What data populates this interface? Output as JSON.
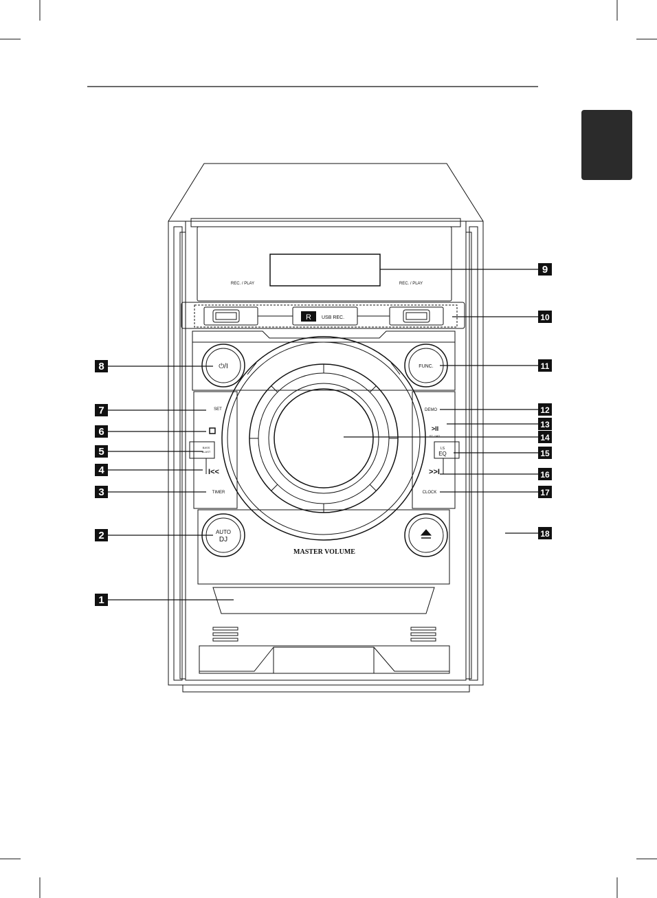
{
  "device": {
    "rec_play_left": "REC. / PLAY",
    "rec_play_right": "REC. / PLAY",
    "usb_rec_label": "USB REC.",
    "r_label": "R",
    "power_button": "⏻/I",
    "func_button": "FUNC.",
    "set_button": "SET",
    "demo_button": "DEMO",
    "stop_button": "▢",
    "play_pause_button": ">II",
    "st_mo_label": "ST. / MO.",
    "bass_blast_button_line1": "BASS",
    "bass_blast_button_line2": "BLAST",
    "ls_eq_top": "LS",
    "ls_eq_bottom": "EQ",
    "skip_back_button": "I<<",
    "skip_forward_button": ">>I",
    "timer_button": "TIMER",
    "clock_button": "CLOCK",
    "auto_dj_line1": "AUTO",
    "auto_dj_line2": "DJ",
    "eject_button": "⏏",
    "master_volume": "MASTER VOLUME"
  },
  "callouts": [
    {
      "num": "1",
      "side": "left"
    },
    {
      "num": "2",
      "side": "left"
    },
    {
      "num": "3",
      "side": "left"
    },
    {
      "num": "4",
      "side": "left"
    },
    {
      "num": "5",
      "side": "left"
    },
    {
      "num": "6",
      "side": "left"
    },
    {
      "num": "7",
      "side": "left"
    },
    {
      "num": "8",
      "side": "left"
    },
    {
      "num": "9",
      "side": "right"
    },
    {
      "num": "10",
      "side": "right"
    },
    {
      "num": "11",
      "side": "right"
    },
    {
      "num": "12",
      "side": "right"
    },
    {
      "num": "13",
      "side": "right"
    },
    {
      "num": "14",
      "side": "right"
    },
    {
      "num": "15",
      "side": "right"
    },
    {
      "num": "16",
      "side": "right"
    },
    {
      "num": "17",
      "side": "right"
    },
    {
      "num": "18",
      "side": "right"
    }
  ]
}
